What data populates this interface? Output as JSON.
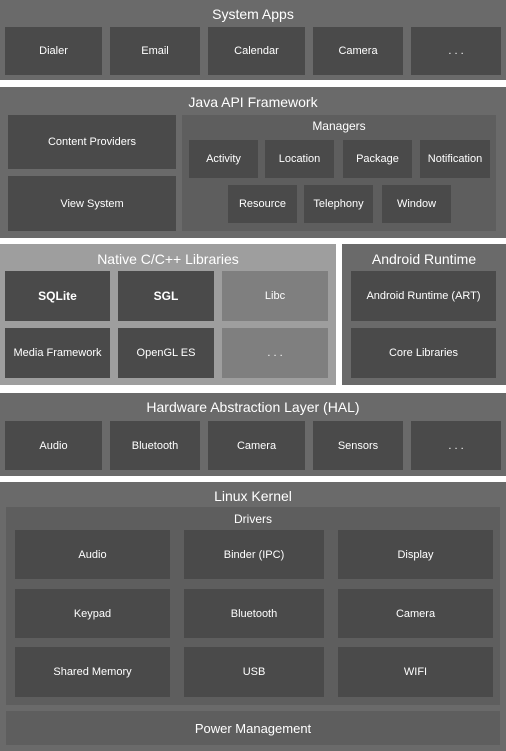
{
  "system_apps": {
    "title": "System Apps",
    "items": [
      "Dialer",
      "Email",
      "Calendar",
      "Camera",
      ". . ."
    ]
  },
  "java_api": {
    "title": "Java API Framework",
    "content_providers": "Content Providers",
    "view_system": "View System",
    "managers": {
      "title": "Managers",
      "row1": [
        "Activity",
        "Location",
        "Package",
        "Notification"
      ],
      "row2": [
        "Resource",
        "Telephony",
        "Window"
      ]
    }
  },
  "native_libs": {
    "title": "Native C/C++ Libraries",
    "row1": [
      "SQLite",
      "SGL",
      "Libc"
    ],
    "row2": [
      "Media Framework",
      "OpenGL ES",
      ". . ."
    ]
  },
  "android_runtime": {
    "title": "Android Runtime",
    "items": [
      "Android Runtime (ART)",
      "Core Libraries"
    ]
  },
  "hal": {
    "title": "Hardware Abstraction Layer (HAL)",
    "items": [
      "Audio",
      "Bluetooth",
      "Camera",
      "Sensors",
      ". . ."
    ]
  },
  "linux_kernel": {
    "title": "Linux Kernel",
    "drivers": {
      "title": "Drivers",
      "row1": [
        "Audio",
        "Binder (IPC)",
        "Display"
      ],
      "row2": [
        "Keypad",
        "Bluetooth",
        "Camera"
      ],
      "row3": [
        "Shared Memory",
        "USB",
        "WIFI"
      ]
    },
    "power_management": "Power Management"
  }
}
